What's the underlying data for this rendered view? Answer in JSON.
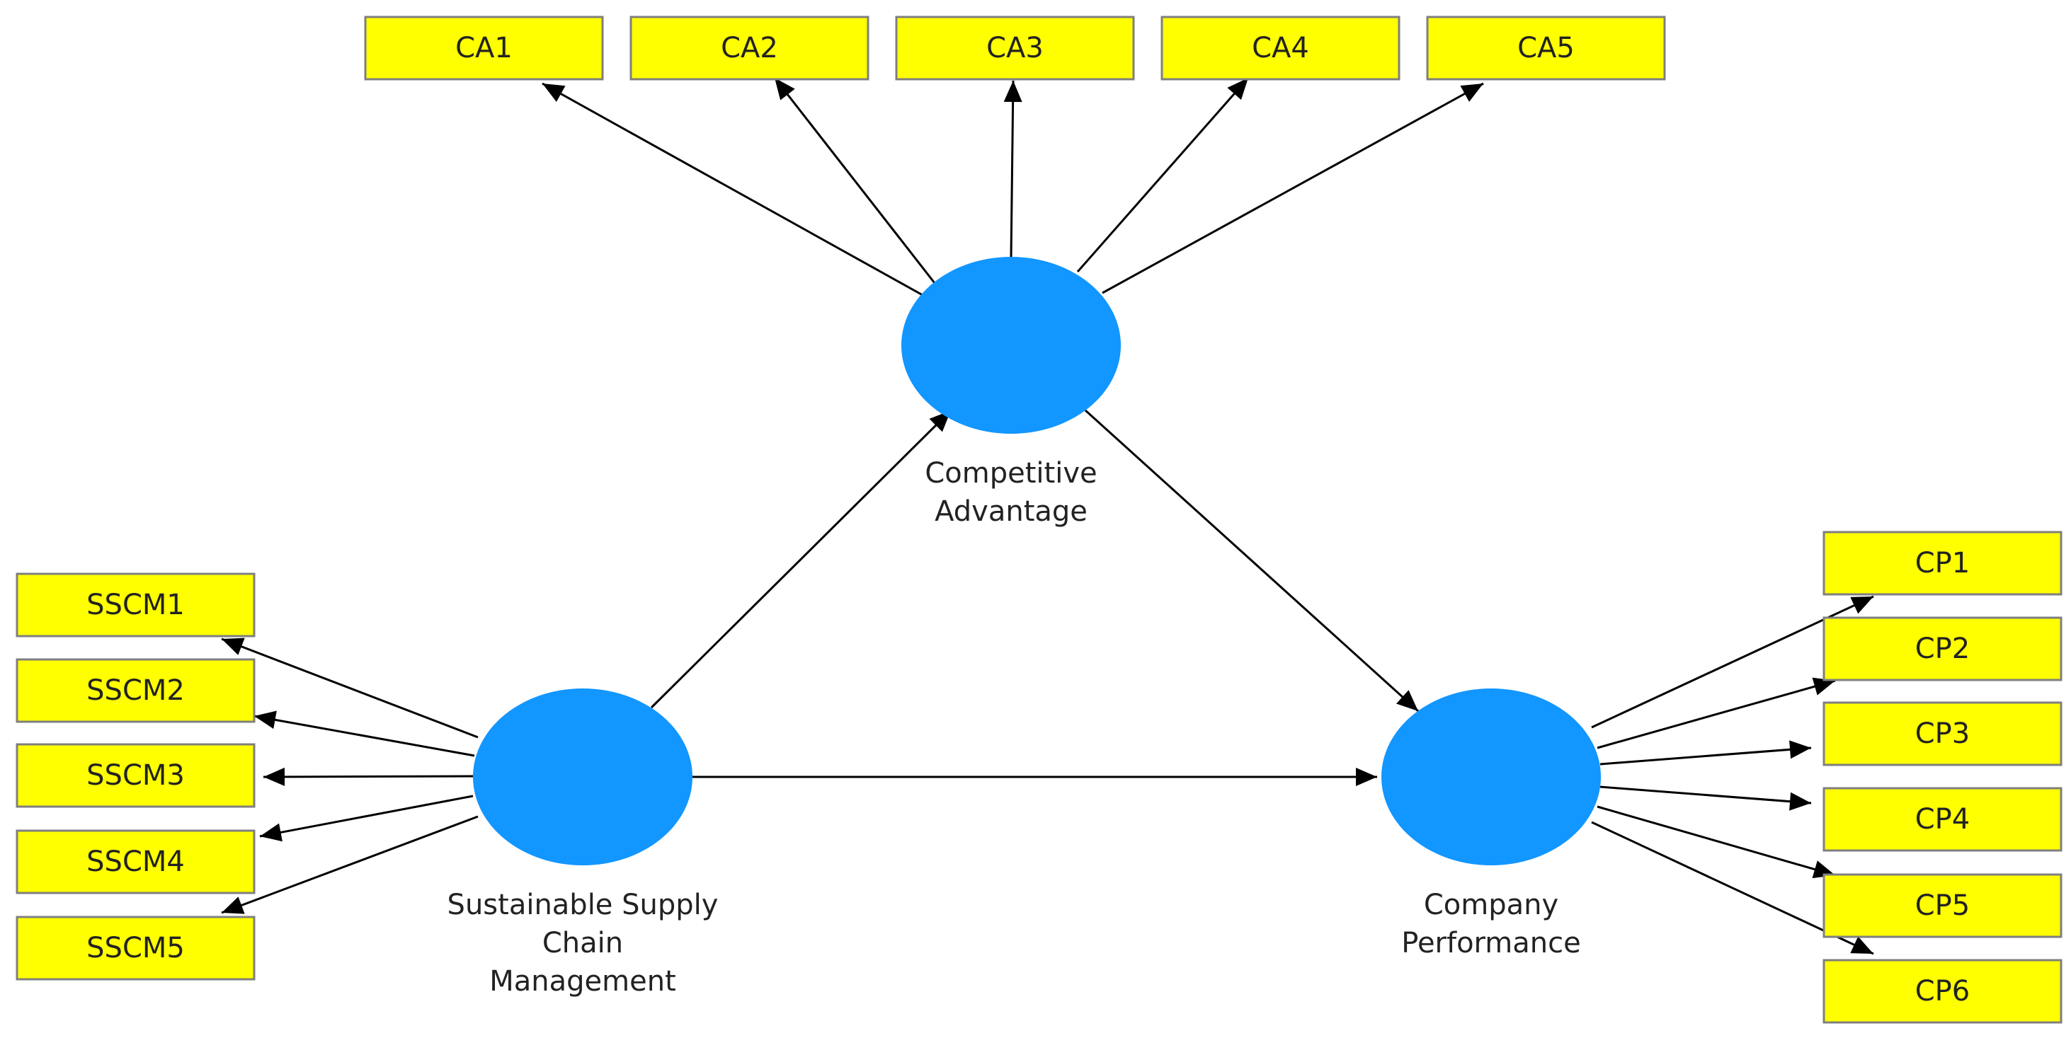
{
  "colors": {
    "indicator_fill": "#ffff00",
    "indicator_border": "#7f7f7f",
    "latent_fill": "#1296ff",
    "arrow": "#000000"
  },
  "latent_variables": {
    "ca": {
      "label_lines": [
        "Competitive",
        "Advantage"
      ]
    },
    "sscm": {
      "label_lines": [
        "Sustainable Supply",
        "Chain",
        "Management"
      ]
    },
    "cp": {
      "label_lines": [
        "Company",
        "Performance"
      ]
    }
  },
  "indicators": {
    "ca": [
      "CA1",
      "CA2",
      "CA3",
      "CA4",
      "CA5"
    ],
    "sscm": [
      "SSCM1",
      "SSCM2",
      "SSCM3",
      "SSCM4",
      "SSCM5"
    ],
    "cp": [
      "CP1",
      "CP2",
      "CP3",
      "CP4",
      "CP5",
      "CP6"
    ]
  },
  "paths": [
    {
      "from": "Sustainable Supply Chain Management",
      "to": "Competitive Advantage"
    },
    {
      "from": "Competitive Advantage",
      "to": "Company Performance"
    },
    {
      "from": "Sustainable Supply Chain Management",
      "to": "Company Performance"
    }
  ]
}
